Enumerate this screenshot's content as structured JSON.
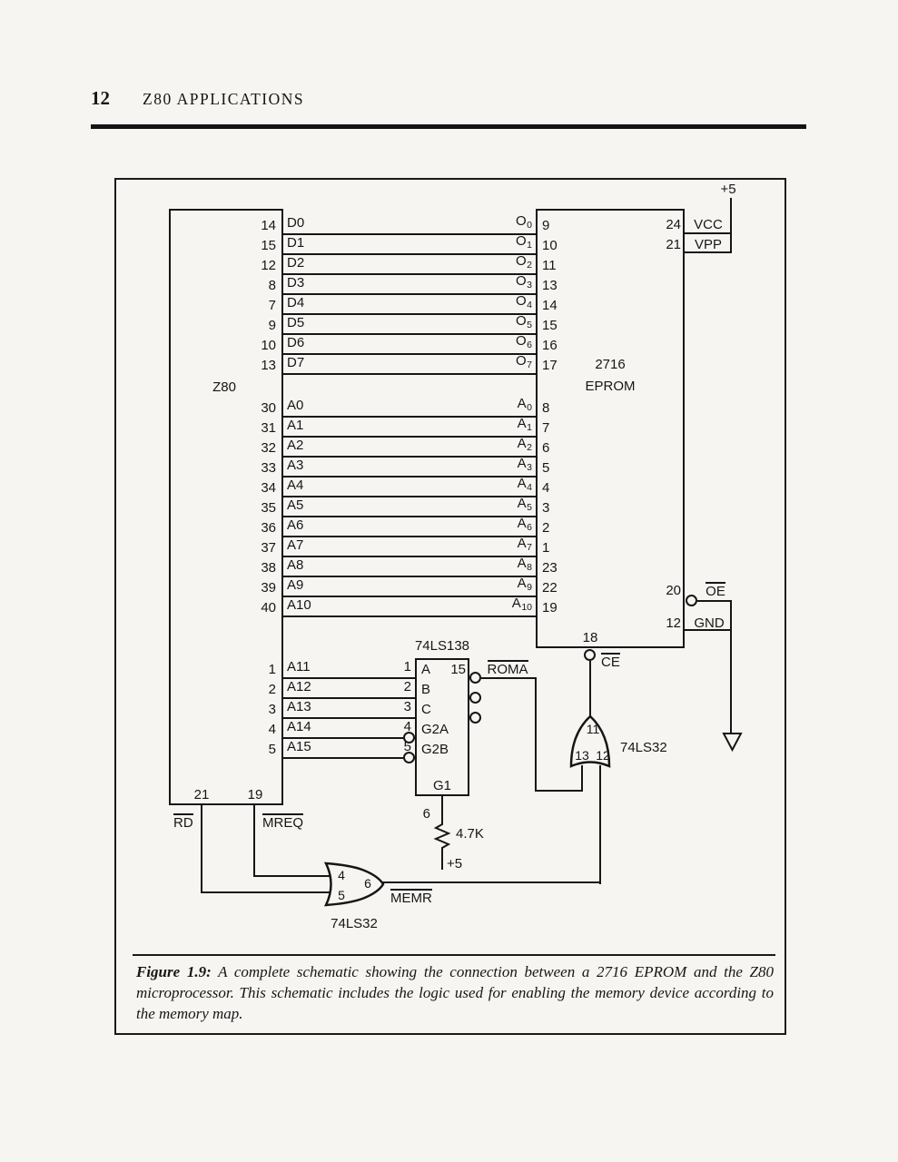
{
  "page": {
    "number": "12",
    "title": "Z80 APPLICATIONS"
  },
  "z80": {
    "name": "Z80"
  },
  "eprom": {
    "part": "2716",
    "type": "EPROM"
  },
  "data_bus": [
    {
      "zpin": "14",
      "zlabel": "D0",
      "ename": "O",
      "esub": "0",
      "epin": "9"
    },
    {
      "zpin": "15",
      "zlabel": "D1",
      "ename": "O",
      "esub": "1",
      "epin": "10"
    },
    {
      "zpin": "12",
      "zlabel": "D2",
      "ename": "O",
      "esub": "2",
      "epin": "11"
    },
    {
      "zpin": "8",
      "zlabel": "D3",
      "ename": "O",
      "esub": "3",
      "epin": "13"
    },
    {
      "zpin": "7",
      "zlabel": "D4",
      "ename": "O",
      "esub": "4",
      "epin": "14"
    },
    {
      "zpin": "9",
      "zlabel": "D5",
      "ename": "O",
      "esub": "5",
      "epin": "15"
    },
    {
      "zpin": "10",
      "zlabel": "D6",
      "ename": "O",
      "esub": "6",
      "epin": "16"
    },
    {
      "zpin": "13",
      "zlabel": "D7",
      "ename": "O",
      "esub": "7",
      "epin": "17"
    }
  ],
  "address_bus": [
    {
      "zpin": "30",
      "zlabel": "A0",
      "ename": "A",
      "esub": "0",
      "epin": "8"
    },
    {
      "zpin": "31",
      "zlabel": "A1",
      "ename": "A",
      "esub": "1",
      "epin": "7"
    },
    {
      "zpin": "32",
      "zlabel": "A2",
      "ename": "A",
      "esub": "2",
      "epin": "6"
    },
    {
      "zpin": "33",
      "zlabel": "A3",
      "ename": "A",
      "esub": "3",
      "epin": "5"
    },
    {
      "zpin": "34",
      "zlabel": "A4",
      "ename": "A",
      "esub": "4",
      "epin": "4"
    },
    {
      "zpin": "35",
      "zlabel": "A5",
      "ename": "A",
      "esub": "5",
      "epin": "3"
    },
    {
      "zpin": "36",
      "zlabel": "A6",
      "ename": "A",
      "esub": "6",
      "epin": "2"
    },
    {
      "zpin": "37",
      "zlabel": "A7",
      "ename": "A",
      "esub": "7",
      "epin": "1"
    },
    {
      "zpin": "38",
      "zlabel": "A8",
      "ename": "A",
      "esub": "8",
      "epin": "23"
    },
    {
      "zpin": "39",
      "zlabel": "A9",
      "ename": "A",
      "esub": "9",
      "epin": "22"
    },
    {
      "zpin": "40",
      "zlabel": "A10",
      "ename": "A",
      "esub": "10",
      "epin": "19"
    }
  ],
  "decode_bus": [
    {
      "zpin": "1",
      "zlabel": "A11",
      "dpin": "1",
      "dlabel": "A"
    },
    {
      "zpin": "2",
      "zlabel": "A12",
      "dpin": "2",
      "dlabel": "B"
    },
    {
      "zpin": "3",
      "zlabel": "A13",
      "dpin": "3",
      "dlabel": "C"
    },
    {
      "zpin": "4",
      "zlabel": "A14",
      "dpin": "4",
      "dlabel": "G2A"
    },
    {
      "zpin": "5",
      "zlabel": "A15",
      "dpin": "5",
      "dlabel": "G2B"
    }
  ],
  "decoder": {
    "part": "74LS138",
    "out_pin": "15",
    "out_label": "ROMA",
    "g1": "G1",
    "pullup_pin": "6",
    "pullup_value": "4.7K",
    "pullup_supply": "+5"
  },
  "eprom_right": {
    "supply": "+5",
    "vcc_pin": "24",
    "vcc": "VCC",
    "vpp_pin": "21",
    "vpp": "VPP",
    "oe_pin": "20",
    "oe": "OE",
    "gnd_pin": "12",
    "gnd": "GND"
  },
  "eprom_bottom": {
    "ce_pin": "18",
    "ce": "CE"
  },
  "z80_control": {
    "rd_pin": "21",
    "rd": "RD",
    "mreq_pin": "19",
    "mreq": "MREQ"
  },
  "gate_top": {
    "out_pin": "11",
    "in_left": "13",
    "in_right": "12",
    "part": "74LS32"
  },
  "gate_bottom": {
    "in_top": "4",
    "in_bottom": "5",
    "out_pin": "6",
    "out_label": "MEMR",
    "part": "74LS32"
  },
  "caption": {
    "lead": "Figure 1.9:",
    "body": "A complete schematic showing the connection between a 2716 EPROM and the Z80 microprocessor. This schematic includes the logic used for enabling the memory device according to the memory map."
  }
}
